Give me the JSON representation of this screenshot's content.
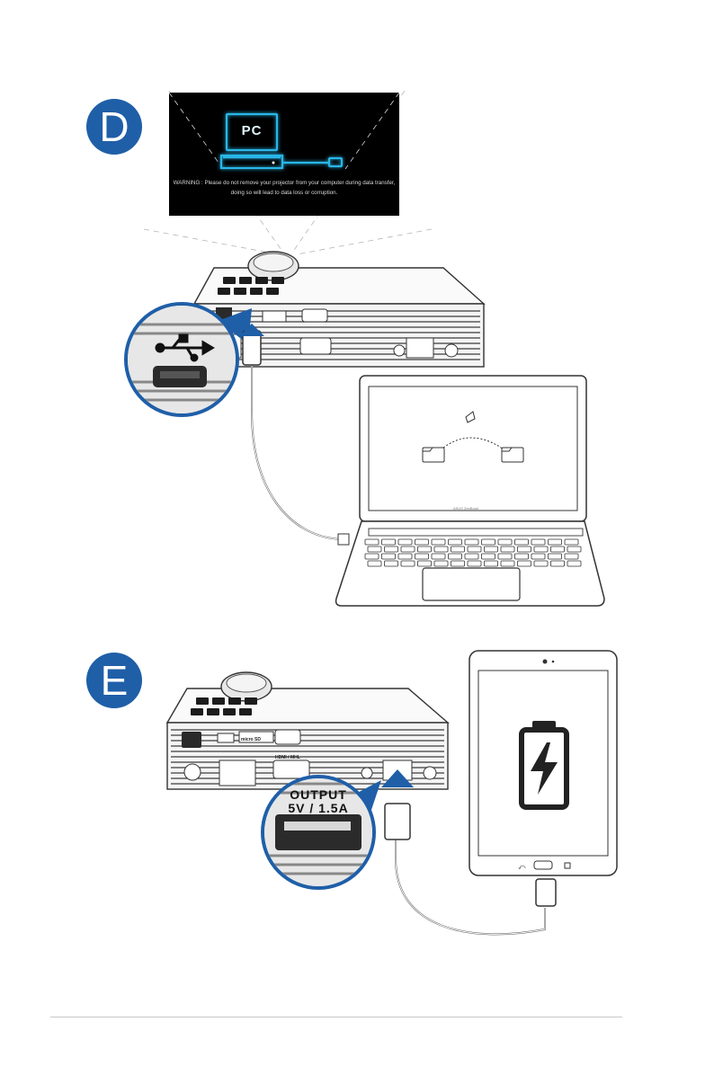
{
  "steps": {
    "d": {
      "label": "D"
    },
    "e": {
      "label": "E"
    }
  },
  "projected_screen": {
    "pc_label": "PC",
    "warning_line1": "WARNING : Please do not remove your projector from your computer during data transfer,",
    "warning_line2": "doing so will lead to data loss or corruption."
  },
  "projector_ports": {
    "micro_sd": "micro SD",
    "hdmi_mhl": "HDMI / MHL",
    "output_line1": "OUTPUT",
    "output_line2": "5V / 1.5A"
  },
  "zoom_output": {
    "line1": "OUTPUT",
    "line2": "5V / 1.5A"
  },
  "laptop": {
    "brand": "ASUS ZenBook"
  },
  "colors": {
    "accent": "#1f5fa8",
    "glow": "#29b6e8"
  },
  "icons": [
    "usb-icon",
    "usb-icon",
    "battery-charging-icon",
    "folder-icon",
    "folder-icon",
    "document-icon",
    "audio-jack-icon",
    "power-icon"
  ]
}
